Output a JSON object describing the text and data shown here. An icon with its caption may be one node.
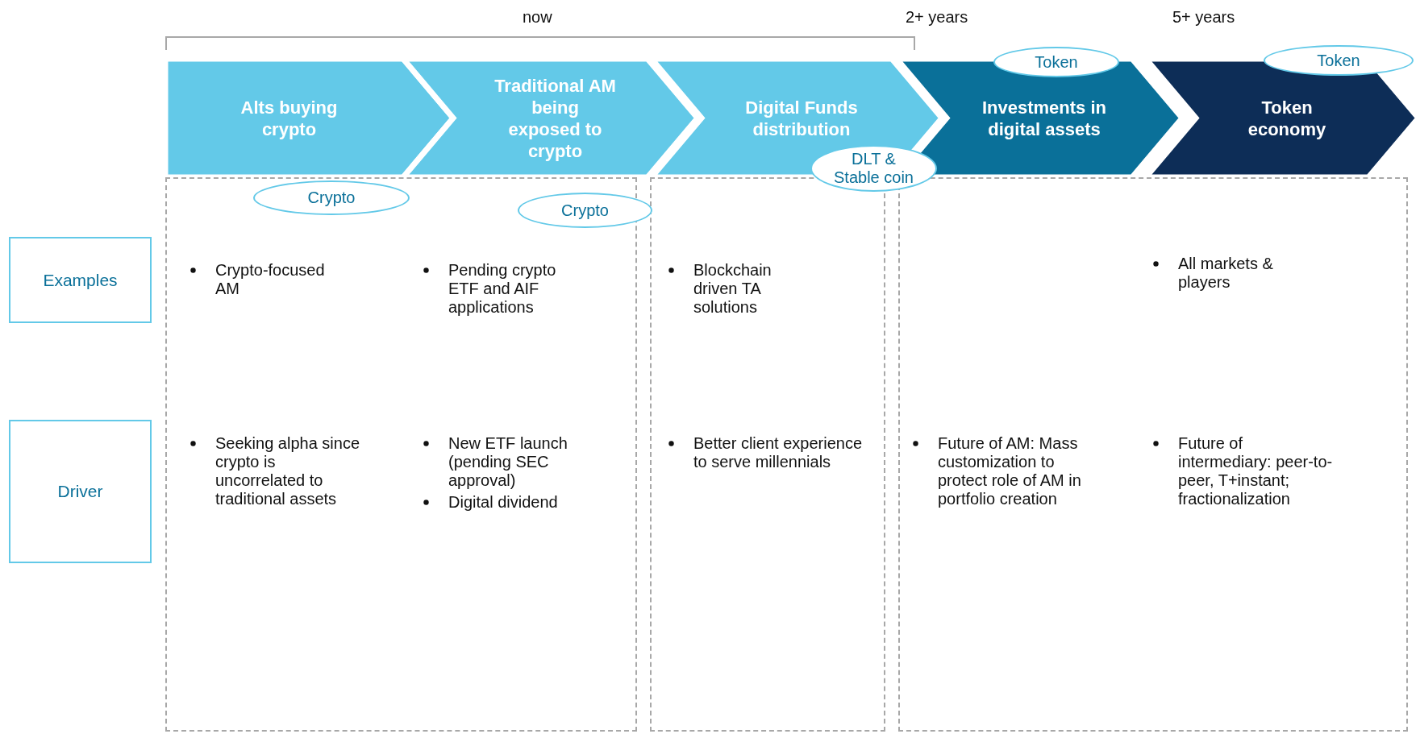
{
  "diagram": {
    "nodes": [
      {
        "text": [
          "Alts buying crypto"
        ]
      },
      {
        "text": [
          "Traditional AM being exposed to crypto"
        ]
      },
      {
        "text": [
          "Digital Funds distribution"
        ]
      },
      {
        "text": [
          "Investments in digital assets"
        ]
      },
      {
        "text": [
          "Token economy"
        ]
      },
      {
        "text": [
          "Token"
        ]
      },
      {
        "text": [
          "Token"
        ]
      },
      {
        "text": [
          "DLT & Stable coin"
        ]
      },
      {
        "text": [
          "Crypto-focused AM",
          "Pending crypto ETF and AIF applications",
          "Seeking alpha since crypto is uncorrelated to traditional assets",
          "New ETF launch (pending SEC approval)",
          "Digital dividend"
        ]
      },
      {
        "text": [
          "Crypto"
        ],
        "in": 8
      },
      {
        "text": [
          "Crypto"
        ]
      },
      {
        "text": [
          "Blockchain driven TA solutions",
          "Better client experience to serve millennials"
        ]
      },
      {
        "text": [
          "All markets & players",
          "Future of AM: Mass customization to protect role of AM in portfolio creation",
          "Future of intermediary:  peer-to-peer, T+instant; fractionalization"
        ]
      },
      {
        "text": [
          "Examples"
        ]
      },
      {
        "text": [
          "Driver"
        ]
      }
    ],
    "labels": [
      "now",
      "2+ years",
      "5+ years"
    ]
  }
}
